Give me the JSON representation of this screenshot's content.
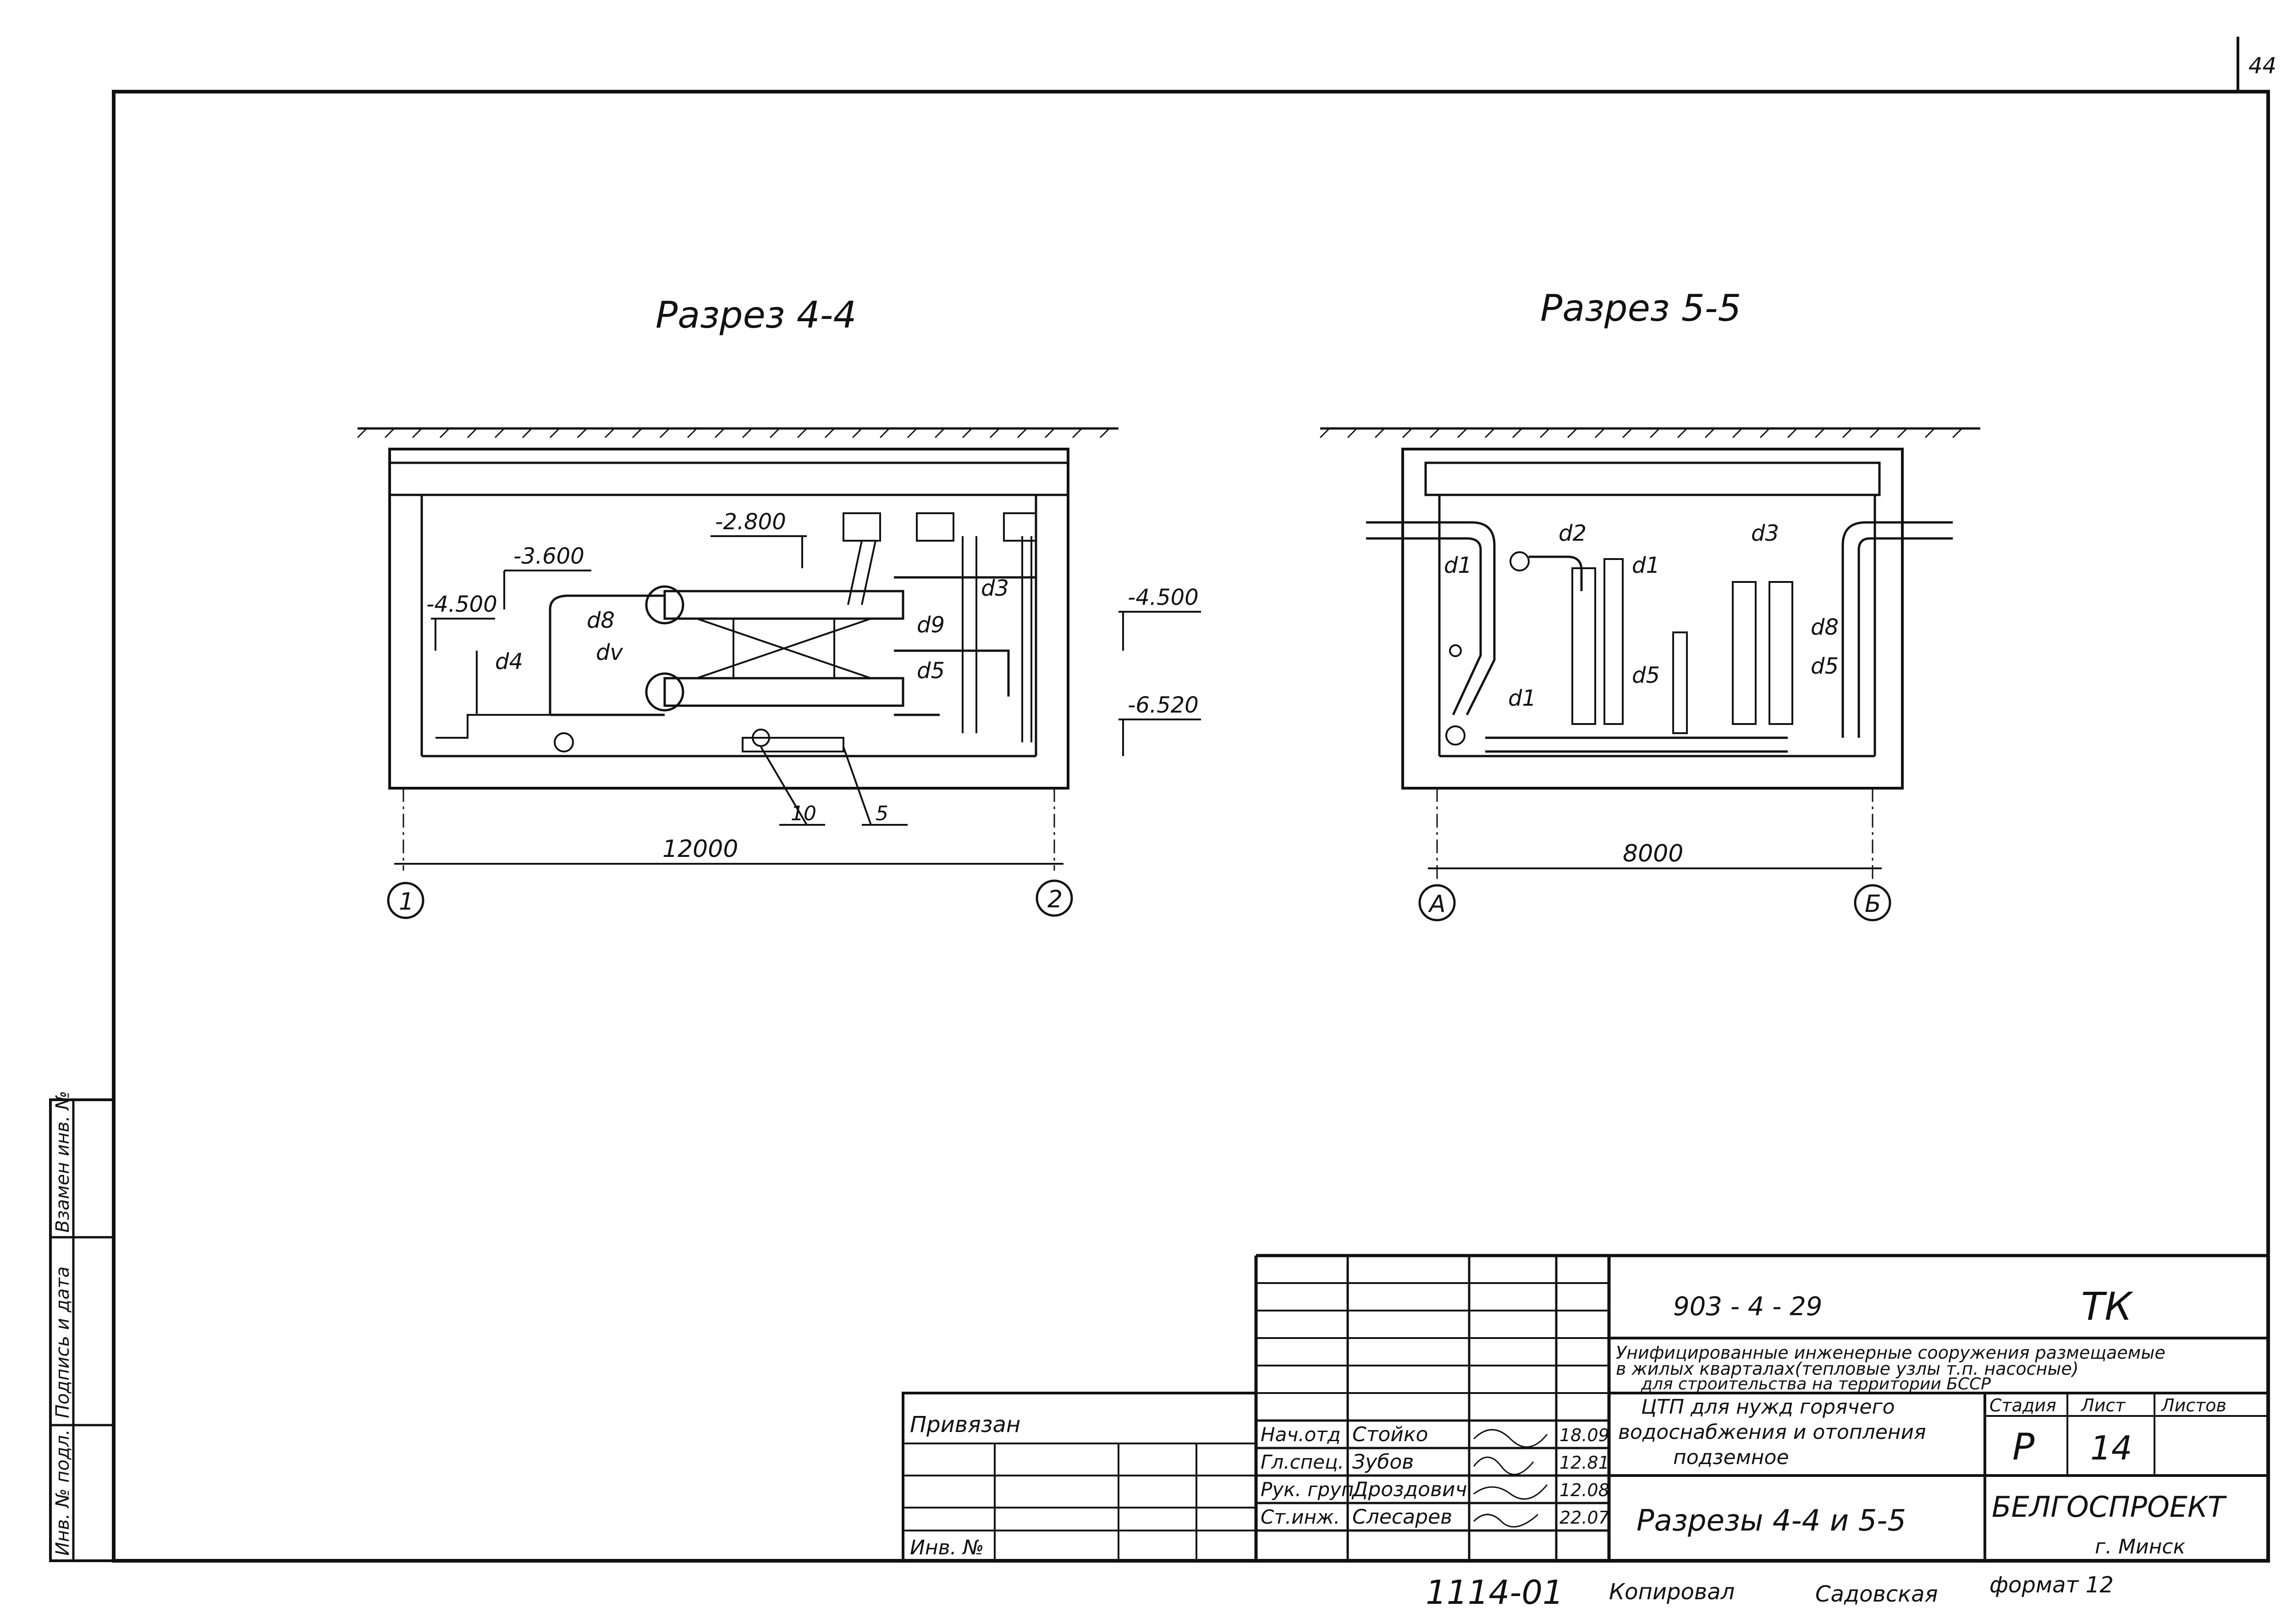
{
  "page_number": "44",
  "section_4": {
    "title": "Разрез 4-4",
    "elev_top": "-2.800",
    "elev_mid": "-3.600",
    "elev_left": "-4.500",
    "elev_right_top": "-4.500",
    "elev_right_bottom": "-6.520",
    "labels": [
      "d8",
      "dv",
      "d4",
      "d9",
      "d3",
      "d5"
    ],
    "callouts": [
      "10",
      "5"
    ],
    "dimension": "12000",
    "axis_left": "1",
    "axis_right": "2"
  },
  "section_5": {
    "title": "Разрез 5-5",
    "labels": [
      "d1",
      "d2",
      "d1",
      "d3",
      "d5",
      "d8",
      "d5",
      "d1"
    ],
    "dimension": "8000",
    "axis_left": "А",
    "axis_right": "Б"
  },
  "side_stamp": {
    "inv_orig": "Инв. № подл.",
    "sign_date": "Подпись и дата",
    "replace_inv": "Взамен инв. №"
  },
  "binding": {
    "privyazan": "Привязан",
    "inv_no": "Инв. №"
  },
  "signers": [
    {
      "role": "Нач.отд",
      "name": "Стойко",
      "date": "18.09"
    },
    {
      "role": "Гл.спец.",
      "name": "Зубов",
      "date": "12.81"
    },
    {
      "role": "Рук. груп",
      "name": "Дроздович",
      "date": "12.08"
    },
    {
      "role": "Ст.инж.",
      "name": "Слесарев",
      "date": "22.07"
    }
  ],
  "title_block": {
    "doc_code": "903 - 4 - 29",
    "mark": "ТК",
    "project_line1": "Унифицированные инженерные сооружения размещаемые",
    "project_line2": "в жилых кварталах(тепловые узлы т.п. насосные)",
    "project_line3": "для строительства на территории БССР",
    "object_line1": "ЦТП для нужд горячего",
    "object_line2": "водоснабжения и отопления",
    "object_line3": "подземное",
    "stage_header": "Стадия",
    "sheet_header": "Лист",
    "sheets_header": "Листов",
    "stage": "Р",
    "sheet": "14",
    "drawing_title": "Разрезы 4-4 и 5-5",
    "org": "БЕЛГОСПРОЕКТ",
    "city": "г. Минск"
  },
  "footer": {
    "number": "1114-01",
    "copied_label": "Копировал",
    "copied_by": "Садовская",
    "format": "формат 12"
  }
}
